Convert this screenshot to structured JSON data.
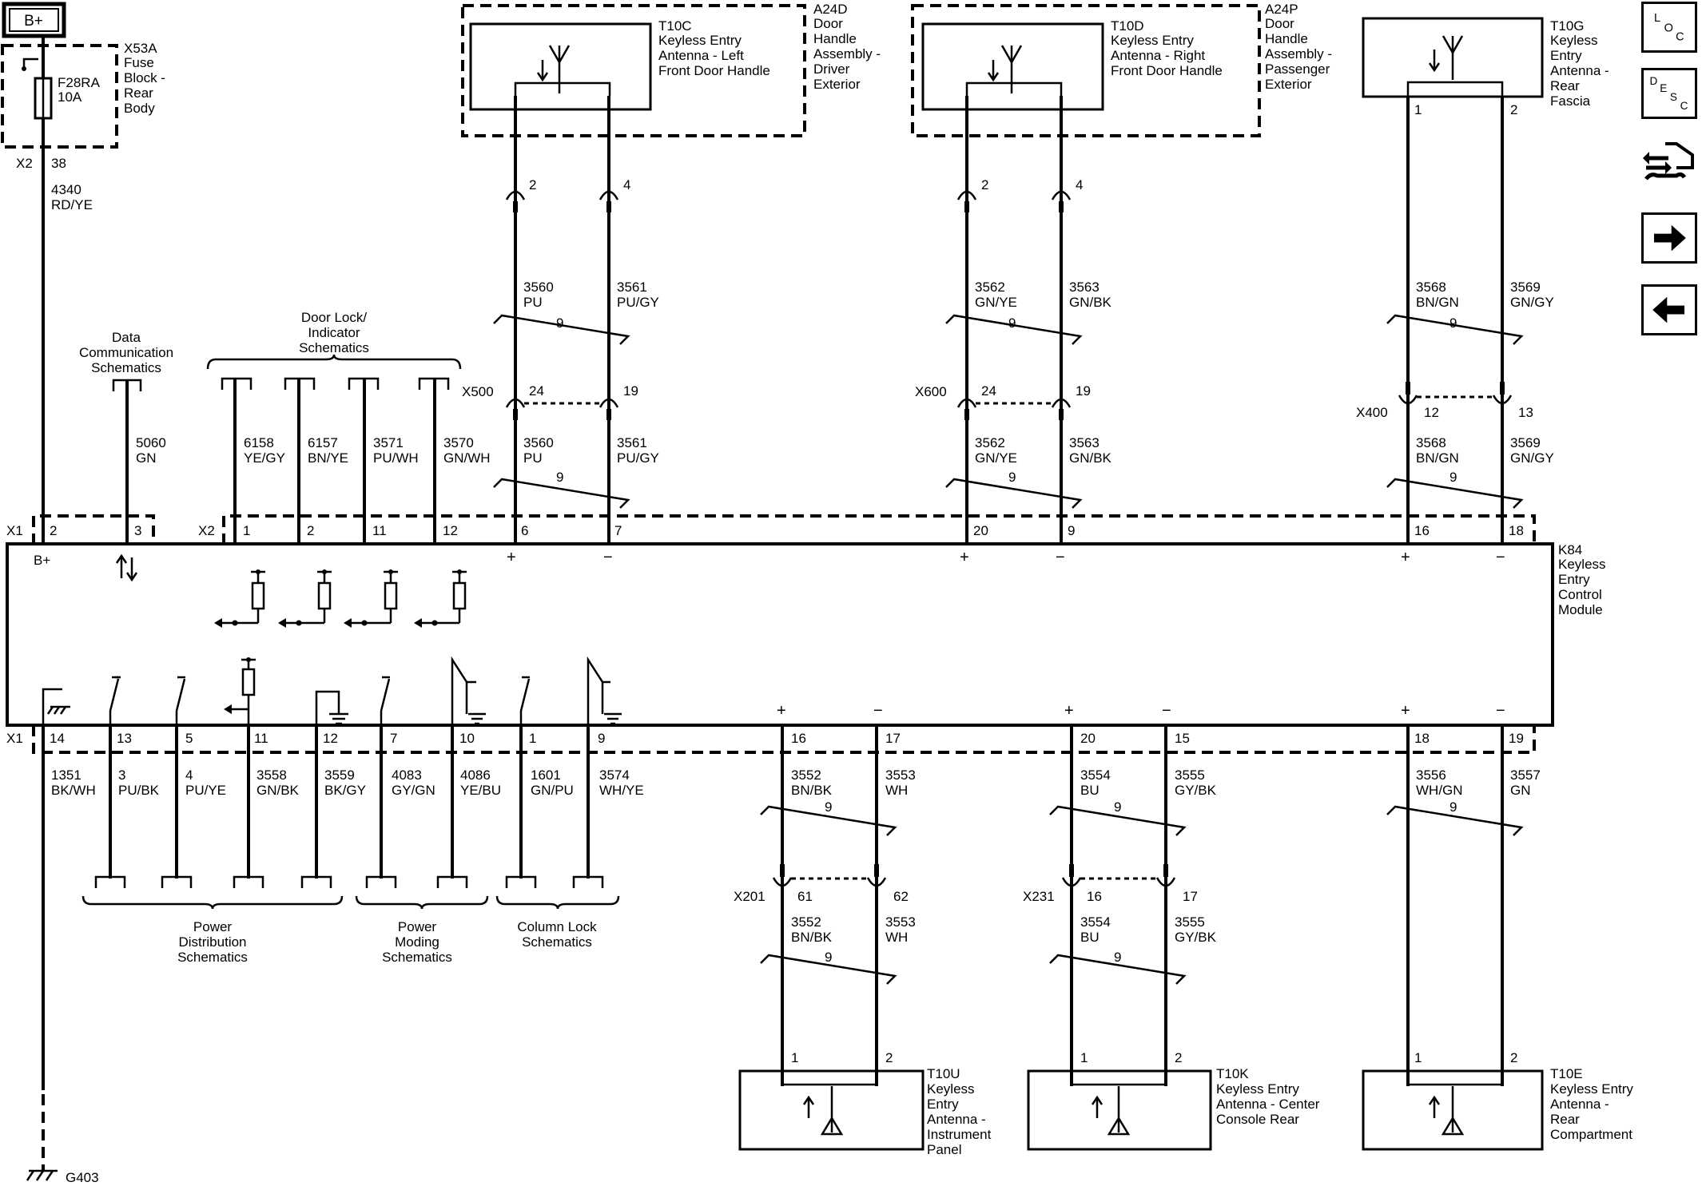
{
  "power": {
    "label": "B+"
  },
  "fuse_block": {
    "id": "X53A",
    "name": "Fuse Block - Rear Body",
    "name_lines": [
      "Fuse",
      "Block -",
      "Rear",
      "Body"
    ],
    "fuse": "F28RA",
    "rating": "10A",
    "connector": "X2",
    "pin": "38",
    "circuit": "4340",
    "color": "RD/YE"
  },
  "module": {
    "id": "K84",
    "name": "Keyless Entry Control Module",
    "name_lines": [
      "Keyless",
      "Entry",
      "Control",
      "Module"
    ],
    "b_plus": "B+"
  },
  "connectors": {
    "x1": "X1",
    "x2": "X2",
    "x500": "X500",
    "x600": "X600",
    "x400": "X400",
    "x201": "X201",
    "x231": "X231"
  },
  "twist_count": "9",
  "antennas_top": [
    {
      "id": "T10C",
      "name_lines": [
        "Keyless Entry",
        "Antenna - Left",
        "Front Door Handle"
      ],
      "assembly_id": "A24D",
      "assembly_lines": [
        "Door",
        "Handle",
        "Assembly -",
        "Driver",
        "Exterior"
      ],
      "pins": [
        "2",
        "4"
      ],
      "circuits_upper": [
        [
          "3560",
          "PU"
        ],
        [
          "3561",
          "PU/GY"
        ]
      ],
      "inline": "X500",
      "inline_pins": [
        "24",
        "19"
      ],
      "circuits_lower": [
        [
          "3560",
          "PU"
        ],
        [
          "3561",
          "PU/GY"
        ]
      ],
      "module_pins": [
        "6",
        "7"
      ]
    },
    {
      "id": "T10D",
      "name_lines": [
        "Keyless Entry",
        "Antenna - Right",
        "Front Door Handle"
      ],
      "assembly_id": "A24P",
      "assembly_lines": [
        "Door",
        "Handle",
        "Assembly -",
        "Passenger",
        "Exterior"
      ],
      "pins": [
        "2",
        "4"
      ],
      "circuits_upper": [
        [
          "3562",
          "GN/YE"
        ],
        [
          "3563",
          "GN/BK"
        ]
      ],
      "inline": "X600",
      "inline_pins": [
        "24",
        "19"
      ],
      "circuits_lower": [
        [
          "3562",
          "GN/YE"
        ],
        [
          "3563",
          "GN/BK"
        ]
      ],
      "module_pins": [
        "20",
        "9"
      ]
    },
    {
      "id": "T10G",
      "name_lines": [
        "Keyless",
        "Entry",
        "Antenna -",
        "Rear",
        "Fascia"
      ],
      "pins": [
        "1",
        "2"
      ],
      "circuits_upper": [
        [
          "3568",
          "BN/GN"
        ],
        [
          "3569",
          "GN/GY"
        ]
      ],
      "inline": "X400",
      "inline_pins": [
        "12",
        "13"
      ],
      "circuits_lower": [
        [
          "3568",
          "BN/GN"
        ],
        [
          "3569",
          "GN/GY"
        ]
      ],
      "module_pins": [
        "16",
        "18"
      ]
    }
  ],
  "top_left_pins": [
    {
      "connector": "X1",
      "pin": "2"
    },
    {
      "connector": "X1",
      "pin": "3",
      "circuit": "5060",
      "color": "GN"
    },
    {
      "connector": "X2",
      "pin": "1",
      "circuit": "6158",
      "color": "YE/GY"
    },
    {
      "connector": "X2",
      "pin": "2",
      "circuit": "6157",
      "color": "BN/YE"
    },
    {
      "connector": "X2",
      "pin": "11",
      "circuit": "3571",
      "color": "PU/WH"
    },
    {
      "connector": "X2",
      "pin": "12",
      "circuit": "3570",
      "color": "GN/WH"
    }
  ],
  "top_refs": {
    "data_comm": [
      "Data",
      "Communication",
      "Schematics"
    ],
    "door_lock": [
      "Door Lock/",
      "Indicator",
      "Schematics"
    ]
  },
  "bottom_pins": [
    {
      "pin": "14",
      "circuit": "1351",
      "color": "BK/WH"
    },
    {
      "pin": "13",
      "circuit": "3",
      "color": "PU/BK"
    },
    {
      "pin": "5",
      "circuit": "4",
      "color": "PU/YE"
    },
    {
      "pin": "11",
      "circuit": "3558",
      "color": "GN/BK"
    },
    {
      "pin": "12",
      "circuit": "3559",
      "color": "BK/GY"
    },
    {
      "pin": "7",
      "circuit": "4083",
      "color": "GY/GN"
    },
    {
      "pin": "10",
      "circuit": "4086",
      "color": "YE/BU"
    },
    {
      "pin": "1",
      "circuit": "1601",
      "color": "GN/PU"
    },
    {
      "pin": "9",
      "circuit": "3574",
      "color": "WH/YE"
    }
  ],
  "bottom_refs": {
    "power_dist": [
      "Power",
      "Distribution",
      "Schematics"
    ],
    "power_moding": [
      "Power",
      "Moding",
      "Schematics"
    ],
    "column_lock": [
      "Column Lock",
      "Schematics"
    ]
  },
  "antennas_bottom": [
    {
      "id": "T10U",
      "name_lines": [
        "Keyless",
        "Entry",
        "Antenna -",
        "Instrument",
        "Panel"
      ],
      "module_pins": [
        "16",
        "17"
      ],
      "circuits_upper": [
        [
          "3552",
          "BN/BK"
        ],
        [
          "3553",
          "WH"
        ]
      ],
      "inline": "X201",
      "inline_pins": [
        "61",
        "62"
      ],
      "circuits_lower": [
        [
          "3552",
          "BN/BK"
        ],
        [
          "3553",
          "WH"
        ]
      ],
      "pins": [
        "1",
        "2"
      ]
    },
    {
      "id": "T10K",
      "name_lines": [
        "Keyless Entry",
        "Antenna - Center",
        "Console Rear"
      ],
      "module_pins": [
        "20",
        "15"
      ],
      "circuits_upper": [
        [
          "3554",
          "BU"
        ],
        [
          "3555",
          "GY/BK"
        ]
      ],
      "inline": "X231",
      "inline_pins": [
        "16",
        "17"
      ],
      "circuits_lower": [
        [
          "3554",
          "BU"
        ],
        [
          "3555",
          "GY/BK"
        ]
      ],
      "pins": [
        "1",
        "2"
      ]
    },
    {
      "id": "T10E",
      "name_lines": [
        "Keyless Entry",
        "Antenna -",
        "Rear",
        "Compartment"
      ],
      "module_pins": [
        "18",
        "19"
      ],
      "circuits_upper": [
        [
          "3556",
          "WH/GN"
        ],
        [
          "3557",
          "GN"
        ]
      ],
      "pins": [
        "1",
        "2"
      ]
    }
  ],
  "ground": {
    "id": "G403"
  },
  "nav": {
    "loc": [
      "L",
      "O",
      "C"
    ],
    "desc": [
      "D",
      "E",
      "S",
      "C"
    ],
    "icons": [
      "connector-wrench-icon",
      "arrow-right-icon",
      "arrow-left-icon"
    ]
  }
}
